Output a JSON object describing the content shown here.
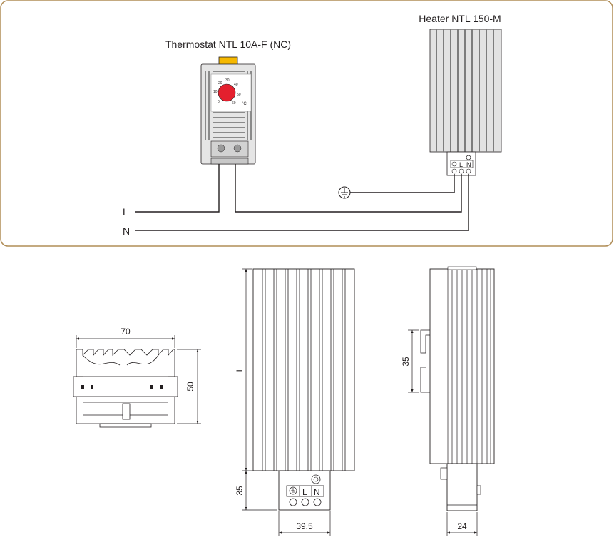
{
  "wiring": {
    "thermostat_title": "Thermostat NTL 10A-F (NC)",
    "heater_title": "Heater NTL 150-M",
    "line_L": "L",
    "line_N": "N",
    "dial_scale": [
      "20",
      "30",
      "40",
      "50",
      "60",
      "10",
      "0"
    ],
    "dial_unit": "°C",
    "terminal_labels": [
      "L",
      "N"
    ]
  },
  "drawings": {
    "front": {
      "width_dim": "70",
      "height_dim": "50"
    },
    "side": {
      "length_dim": "L",
      "terminal_height_dim": "35",
      "terminal_width_dim": "39.5"
    },
    "profile": {
      "clip_dim": "35",
      "depth_dim": "24"
    }
  },
  "colors": {
    "border": "#b08d57",
    "dial": "#e4202e",
    "clip": "#f5b800",
    "line": "#231f20",
    "housing": "#dcdcdc"
  }
}
